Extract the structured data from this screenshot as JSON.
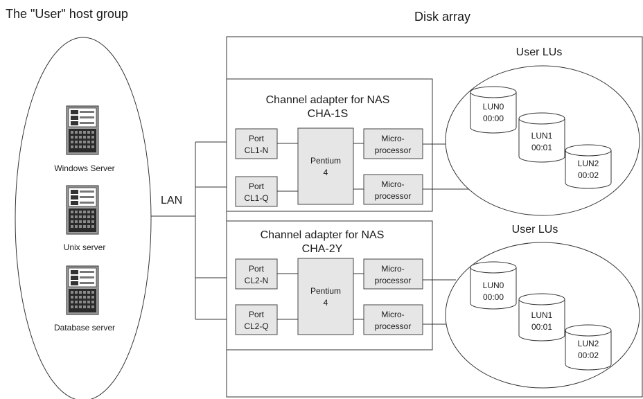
{
  "host_group_title": "The  \"User\" host group",
  "disk_array_title": "Disk array",
  "lan_label": "LAN",
  "servers": [
    {
      "name": "Windows Server",
      "icon": "server-tower-icon"
    },
    {
      "name": "Unix server",
      "icon": "server-tower-icon"
    },
    {
      "name": "Database server",
      "icon": "server-tower-icon"
    }
  ],
  "adapters": [
    {
      "title": "Channel adapter for NAS",
      "id": "CHA-1S",
      "ports": [
        {
          "line1": "Port",
          "line2": "CL1-N"
        },
        {
          "line1": "Port",
          "line2": "CL1-Q"
        }
      ],
      "cpu": {
        "line1": "Pentium",
        "line2": "4"
      },
      "microprocessors": [
        {
          "line1": "Micro-",
          "line2": "processor"
        },
        {
          "line1": "Micro-",
          "line2": "processor"
        }
      ],
      "lu_group_label": "User LUs",
      "luns": [
        {
          "name": "LUN0",
          "id": "00:00"
        },
        {
          "name": "LUN1",
          "id": "00:01"
        },
        {
          "name": "LUN2",
          "id": "00:02"
        }
      ]
    },
    {
      "title": "Channel adapter for NAS",
      "id": "CHA-2Y",
      "ports": [
        {
          "line1": "Port",
          "line2": "CL2-N"
        },
        {
          "line1": "Port",
          "line2": "CL2-Q"
        }
      ],
      "cpu": {
        "line1": "Pentium",
        "line2": "4"
      },
      "microprocessors": [
        {
          "line1": "Micro-",
          "line2": "processor"
        },
        {
          "line1": "Micro-",
          "line2": "processor"
        }
      ],
      "lu_group_label": "User LUs",
      "luns": [
        {
          "name": "LUN0",
          "id": "00:00"
        },
        {
          "name": "LUN1",
          "id": "00:01"
        },
        {
          "name": "LUN2",
          "id": "00:02"
        }
      ]
    }
  ]
}
